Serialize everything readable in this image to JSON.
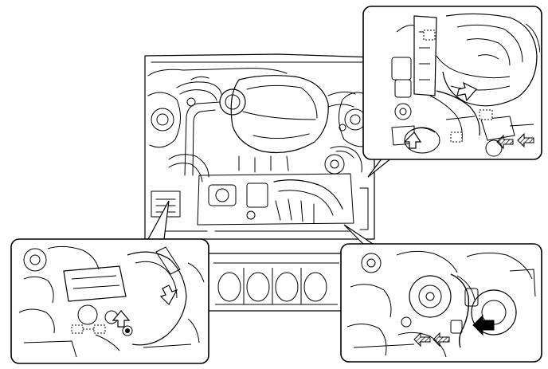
{
  "figure": {
    "style": "monochrome line-art service diagram",
    "colors": {
      "line": "#000000",
      "background": "#ffffff"
    },
    "panels": [
      {
        "id": "overview",
        "content": "engine-bay-top-view"
      },
      {
        "id": "detail-top-right",
        "content": "connector-and-clamp-detail"
      },
      {
        "id": "detail-bottom-left",
        "content": "wire-harness-clamp-detail"
      },
      {
        "id": "detail-bottom-right",
        "content": "connector-detail"
      }
    ],
    "symbols": {
      "solid-arrow": "arrow-icon",
      "outline-arrow": "outline-arrow-icon",
      "hatched-arrow": "hatched-arrow-icon",
      "dashed-box": "clamp-marker-icon"
    }
  }
}
